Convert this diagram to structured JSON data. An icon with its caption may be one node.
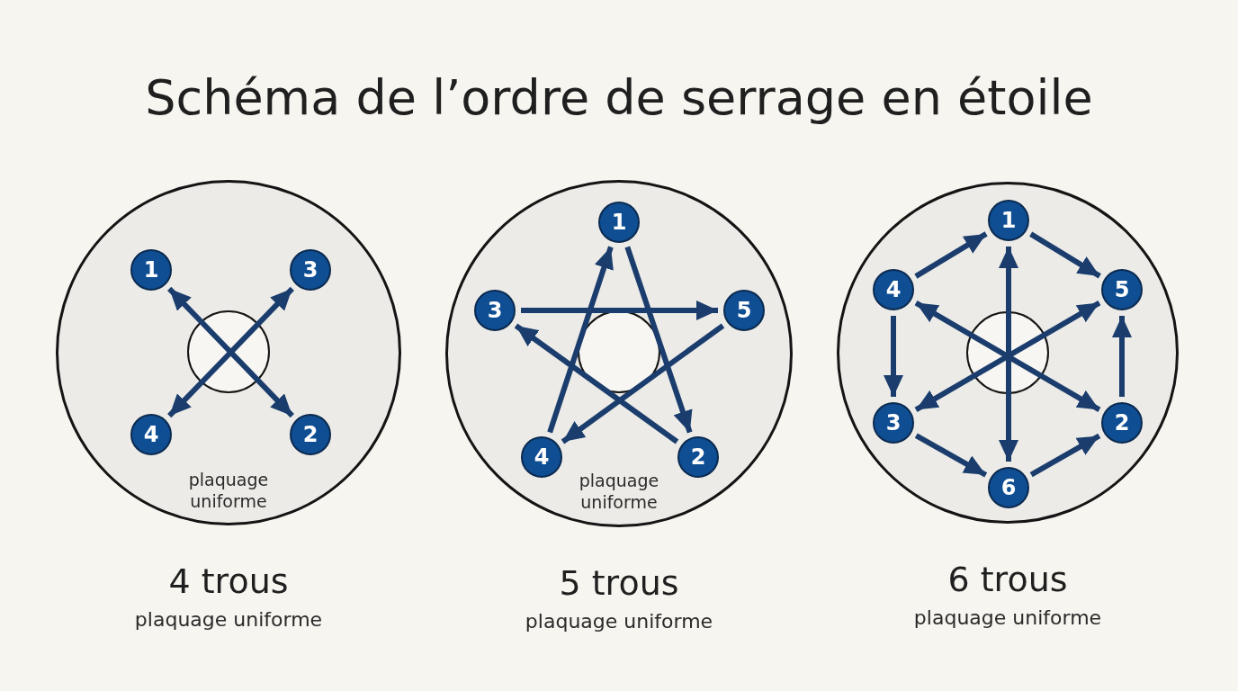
{
  "diagram": {
    "title": "Schéma de l’ordre de serrage en étoile",
    "nodes": [
      {
        "text": [
          "plaquage uniforme"
        ],
        "beside": [
          "4 trous",
          "plaquage uniforme"
        ]
      },
      {
        "text": [
          "1"
        ],
        "in": 0
      },
      {
        "text": [
          "3"
        ],
        "in": 0
      },
      {
        "text": [
          "4"
        ],
        "in": 0
      },
      {
        "text": [
          "2"
        ],
        "in": 0
      },
      {
        "text": [
          "plaquage uniforme"
        ],
        "beside": [
          "5 trous",
          "plaquage uniforme"
        ]
      },
      {
        "text": [
          "1"
        ],
        "in": 5
      },
      {
        "text": [
          "3"
        ],
        "in": 5
      },
      {
        "text": [
          "5"
        ],
        "in": 5
      },
      {
        "text": [
          "4"
        ],
        "in": 5
      },
      {
        "text": [
          "2"
        ],
        "in": 5
      },
      {
        "text": [],
        "shape": "circle",
        "beside": [
          "6 trous",
          "plaquage uniforme"
        ]
      },
      {
        "text": [
          "1"
        ],
        "in": 11
      },
      {
        "text": [
          "4"
        ],
        "in": 11
      },
      {
        "text": [
          "5"
        ],
        "in": 11
      },
      {
        "text": [
          "3"
        ],
        "in": 11
      },
      {
        "text": [
          "2"
        ],
        "in": 11
      },
      {
        "text": [
          "6"
        ],
        "in": 11
      }
    ],
    "edges": [
      {
        "from": 1,
        "to": 4,
        "arrow": "both"
      },
      {
        "from": 2,
        "to": 3,
        "arrow": "both"
      },
      {
        "from": 6,
        "to": 10,
        "arrow": "to"
      },
      {
        "from": 10,
        "to": 7,
        "arrow": "to"
      },
      {
        "from": 7,
        "to": 8,
        "arrow": "to"
      },
      {
        "from": 8,
        "to": 9,
        "arrow": "to"
      },
      {
        "from": 9,
        "to": 6,
        "arrow": "to"
      },
      {
        "from": 12,
        "to": 14,
        "arrow": "to"
      },
      {
        "from": 16,
        "to": 14,
        "arrow": "to"
      },
      {
        "from": 13,
        "to": 12,
        "arrow": "to"
      },
      {
        "from": 13,
        "to": 15,
        "arrow": "to"
      },
      {
        "from": 15,
        "to": 17,
        "arrow": "to"
      },
      {
        "from": 17,
        "to": 16,
        "arrow": "to"
      },
      {
        "from": 12,
        "to": 17,
        "arrow": "both"
      },
      {
        "from": 13,
        "to": 16,
        "arrow": "both"
      },
      {
        "from": 14,
        "to": 15,
        "arrow": "both"
      }
    ]
  }
}
